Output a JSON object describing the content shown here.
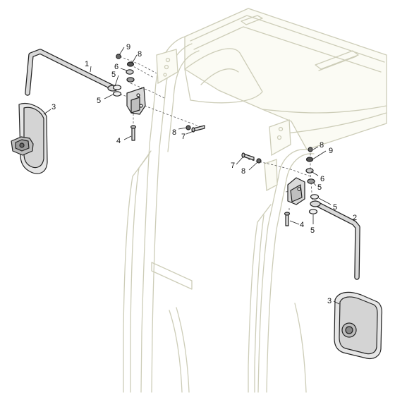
{
  "callouts": {
    "c1": "1",
    "c2": "2",
    "c3_left": "3",
    "c3_right": "3",
    "c4_left": "4",
    "c4_right": "4",
    "c5_la": "5",
    "c5_lb": "5",
    "c5_ra": "5",
    "c5_rb": "5",
    "c6_left": "6",
    "c6_right": "6",
    "c7_left": "7",
    "c7_right": "7",
    "c8_la": "8",
    "c8_lb": "8",
    "c8_ra": "8",
    "c8_rb": "8",
    "c9_left": "9",
    "c9_right": "9"
  },
  "colors": {
    "cab_outline": "#cdcdb8",
    "part_fill": "#d9d9d9",
    "ink": "#222222"
  }
}
